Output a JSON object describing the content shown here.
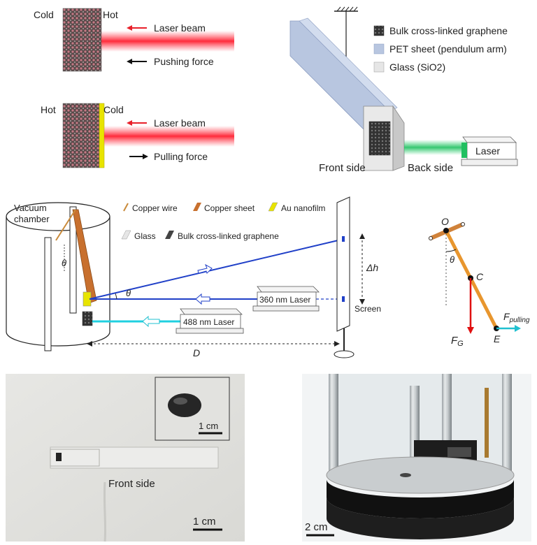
{
  "panel_a": {
    "cold_1": "Cold",
    "hot_1": "Hot",
    "laser_beam_1": "Laser beam",
    "pushing_force": "Pushing force",
    "hot_2": "Hot",
    "cold_2": "Cold",
    "laser_beam_2": "Laser beam",
    "pulling_force": "Pulling force"
  },
  "panel_b": {
    "legend": [
      {
        "label": "Bulk cross-linked graphene",
        "color": "#4a4a4a"
      },
      {
        "label": "PET sheet (pendulum arm)",
        "color": "#b8c6e0"
      },
      {
        "label": "Glass (SiO2)",
        "color": "#e6e6e6"
      }
    ],
    "laser": "Laser",
    "front_side": "Front side",
    "back_side": "Back side"
  },
  "panel_c": {
    "vacuum_chamber_1": "Vacuum",
    "vacuum_chamber_2": "chamber",
    "theta": "θ",
    "legend": [
      {
        "label": "Copper wire",
        "color": "#c98a3a"
      },
      {
        "label": "Copper sheet",
        "color": "#c8702e"
      },
      {
        "label": "Au nanofilm",
        "color": "#e8d800"
      },
      {
        "label": "Glass",
        "color": "#e6e6e6"
      },
      {
        "label": "Bulk cross-linked graphene",
        "color": "#444444"
      }
    ],
    "laser_360": "360 nm Laser",
    "laser_488": "488 nm Laser",
    "delta_h": "Δh",
    "screen": "Screen",
    "distance": "D"
  },
  "panel_d": {
    "o": "O",
    "theta": "θ",
    "c": "C",
    "e": "E",
    "fg_main": "F",
    "fg_sub": "G",
    "fpull_main": "F",
    "fpull_sub": "pulling"
  },
  "panel_e": {
    "inset_scale": "1 cm",
    "front_side": "Front side",
    "scale": "1 cm"
  },
  "panel_f": {
    "scale": "2 cm"
  },
  "colors": {
    "laser_red": "#e8202a",
    "beam_blue": "#2040c8",
    "beam_cyan": "#20d0e0",
    "beam_green": "#30c060",
    "copper": "#d0823a",
    "force_red": "#e01010",
    "force_cyan": "#20c0d0"
  }
}
